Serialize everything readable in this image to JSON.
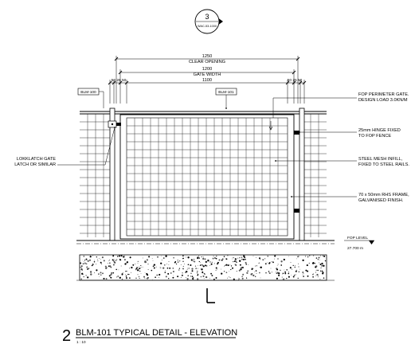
{
  "section_marker": {
    "number": "3",
    "reference": "WAC-53-1000"
  },
  "dimensions": {
    "overall": {
      "value": "1250",
      "label": "CLEAR OPENING"
    },
    "gate_width": {
      "value": "1200",
      "label": "GATE WIDTH"
    },
    "inner": {
      "value": "1100",
      "left_offsets": "50 25 50",
      "right_offsets": "50 25 50"
    }
  },
  "tags": {
    "left": "BLM-100",
    "center": "BLM-101"
  },
  "notes_right": [
    {
      "line1": "FOP PERIMETER GATE.",
      "line2": "DESIGN LOAD 3.0KN/M"
    },
    {
      "line1": "25mm HINGE FIXED",
      "line2": "TO FOP FENCE"
    },
    {
      "line1": "STEEL MESH INFILL,",
      "line2": "FIXED TO STEEL RAILS."
    },
    {
      "line1": "70 x 50mm RHS FRAME,",
      "line2": "GALVANISED FINISH."
    }
  ],
  "notes_left": [
    {
      "line1": "LOKKLATCH GATE",
      "line2": "LATCH OR SIMILAR"
    }
  ],
  "level": {
    "label": "FOP LEVEL",
    "value": "27.700 m"
  },
  "title": {
    "number": "2",
    "text": "BLM-101 TYPICAL DETAIL - ELEVATION",
    "scale": "1 : 10"
  },
  "colors": {
    "line": "#000000",
    "background": "#ffffff"
  }
}
